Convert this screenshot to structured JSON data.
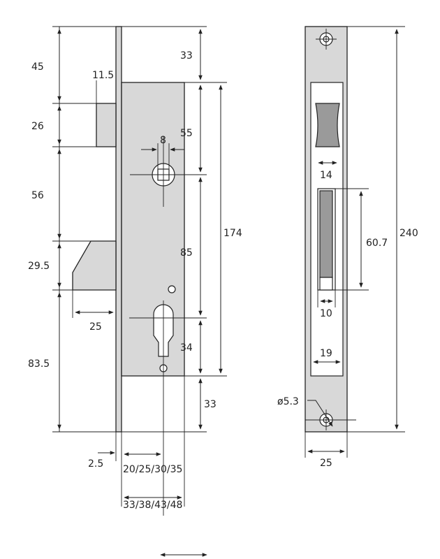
{
  "dimensions": {
    "front_view": {
      "top_offset": "33",
      "backset_to_bolt": "45",
      "latch_height": "26",
      "latch_to_bolt": "56",
      "bolt_height": "29.5",
      "bolt_to_bottom": "83.5",
      "latch_protrusion": "11.5",
      "bolt_throw": "25",
      "follower_square": "8",
      "follower_to_cylinder": "85",
      "case_top_to_follower": "55",
      "case_height": "174",
      "cylinder_to_case_bottom": "34",
      "bottom_offset": "33",
      "faceplate_thickness": "2.5",
      "backsets": "20/25/30/35",
      "case_widths": "33/38/43/48"
    },
    "side_view": {
      "faceplate_length": "240",
      "latch_width": "14",
      "bolt_opening_height": "60.7",
      "bolt_width": "10",
      "faceplate_inner_width": "19",
      "hole_diameter": "ø5.3",
      "faceplate_width": "25"
    }
  },
  "colors": {
    "metal": "#d8d8d8",
    "shadow": "#9a9a9a",
    "line": "#222222"
  },
  "icons": {
    "hand_direction": "double-arrow-icon"
  }
}
